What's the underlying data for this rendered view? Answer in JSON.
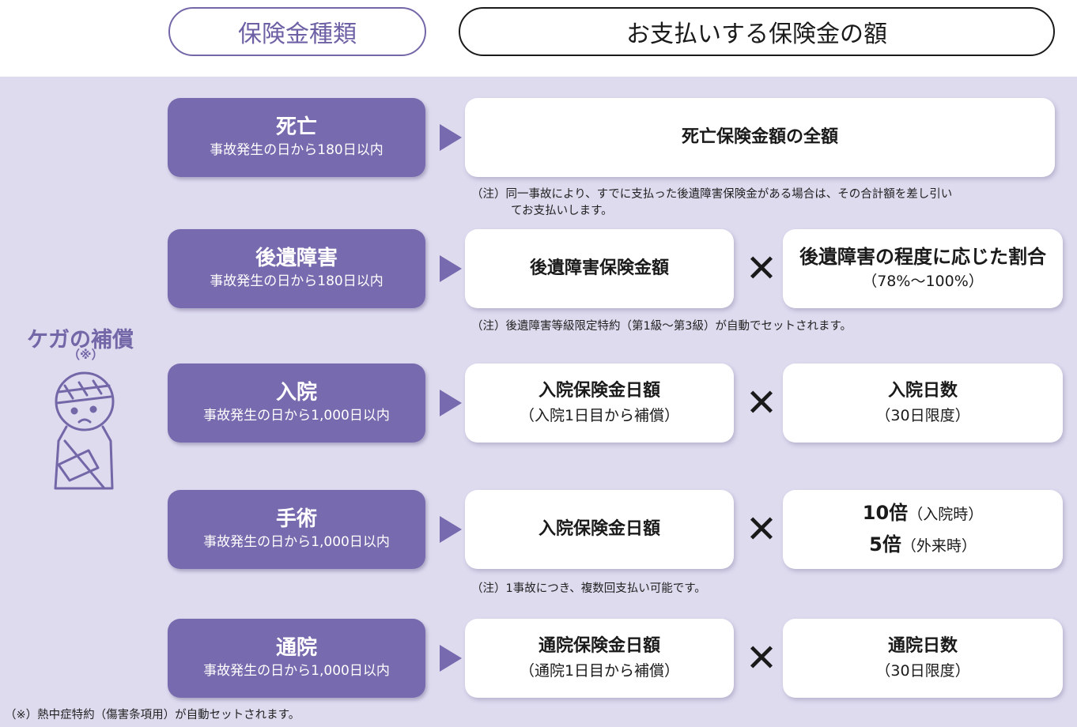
{
  "header": {
    "type_label": "保険金種類",
    "amount_label": "お支払いする保険金の額"
  },
  "side": {
    "title": "ケガの補償",
    "note": "（※）"
  },
  "rows": [
    {
      "name": "死亡",
      "period": "事故発生の日から180日以内",
      "amount_main": "死亡保険金額の全額",
      "note_line1": "（注）同一事故により、すでに支払った後遺障害保険金がある場合は、その合計額を差し引い",
      "note_line2": "てお支払いします。"
    },
    {
      "name": "後遺障害",
      "period": "事故発生の日から180日以内",
      "amount_main": "後遺障害保険金額",
      "factor_main": "後遺障害の程度に応じた割合",
      "factor_sub": "（78%〜100%）",
      "note": "（注）後遺障害等級限定特約（第1級〜第3級）が自動でセットされます。"
    },
    {
      "name": "入院",
      "period": "事故発生の日から1,000日以内",
      "amount_main": "入院保険金日額",
      "amount_sub": "（入院1日目から補償）",
      "factor_main": "入院日数",
      "factor_sub": "（30日限度）"
    },
    {
      "name": "手術",
      "period": "事故発生の日から1,000日以内",
      "amount_main": "入院保険金日額",
      "factor_line1_bold": "10倍",
      "factor_line1_rest": "（入院時）",
      "factor_line2_bold": "5倍",
      "factor_line2_rest": "（外来時）",
      "note": "（注）1事故につき、複数回支払い可能です。"
    },
    {
      "name": "通院",
      "period": "事故発生の日から1,000日以内",
      "amount_main": "通院保険金日額",
      "amount_sub": "（通院1日目から補償）",
      "factor_main": "通院日数",
      "factor_sub": "（30日限度）"
    }
  ],
  "multiply_symbol": "✕",
  "footnote": "（※）熱中症特約（傷害条項用）が自動セットされます。",
  "colors": {
    "accent": "#786aae",
    "panel": "#dedbef"
  }
}
